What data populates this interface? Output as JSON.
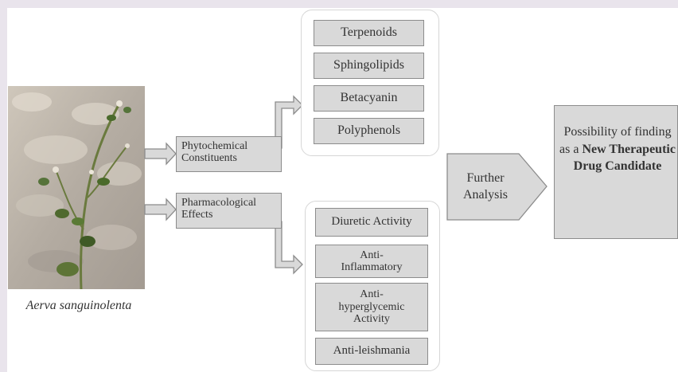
{
  "image": {
    "caption": "Aerva sanguinolenta"
  },
  "categories": {
    "phyto": "Phytochemical Constituents",
    "pharma": "Pharmacological Effects"
  },
  "constituents": [
    "Terpenoids",
    "Sphingolipids",
    "Betacyanin",
    "Polyphenols"
  ],
  "effects": [
    "Diuretic Activity",
    "Anti-Inflammatory",
    "Anti-hyperglycemic Activity",
    "Anti-leishmania"
  ],
  "analysis": "Further Analysis",
  "conclusion": {
    "prefix": "Possibility of finding as a",
    "bold": "New Therapeutic Drug Candidate"
  },
  "colors": {
    "box_fill": "#d9d9d9",
    "box_border": "#8c8c8c",
    "text": "#333333"
  }
}
